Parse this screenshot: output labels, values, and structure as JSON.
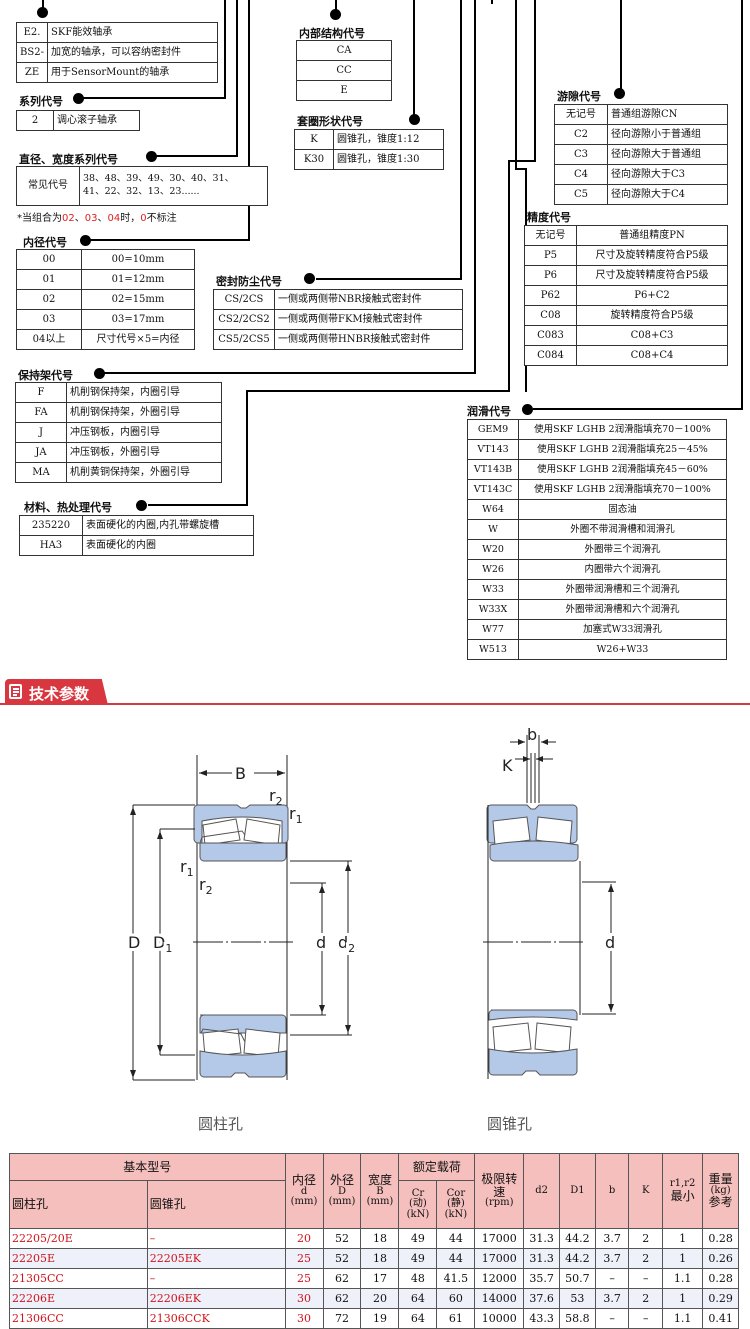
{
  "suffix_table": {
    "rows": [
      {
        "code": "E2.",
        "desc": "SKF能效轴承"
      },
      {
        "code": "BS2-",
        "desc": "加宽的轴承，可以容纳密封件"
      },
      {
        "code": "ZE",
        "desc": "用于SensorMount的轴承"
      }
    ]
  },
  "series": {
    "title": "系列代号",
    "rows": [
      {
        "code": "2",
        "desc": "调心滚子轴承"
      }
    ]
  },
  "dimension_series": {
    "title": "直径、宽度系列代号",
    "label": "常见代号",
    "line1": "38、48、39、49、30、40、31、",
    "line2": "41、22、32、13、23......",
    "note_prefix": "*当组合为",
    "note_a": "02",
    "note_sep1": "、",
    "note_b": "03",
    "note_sep2": "、",
    "note_c": "04",
    "note_mid": "时，",
    "note_d": "0",
    "note_suffix": "不标注"
  },
  "bore": {
    "title": "内径代号",
    "rows": [
      {
        "code": "00",
        "desc": "00=10mm"
      },
      {
        "code": "01",
        "desc": "01=12mm"
      },
      {
        "code": "02",
        "desc": "02=15mm"
      },
      {
        "code": "03",
        "desc": "03=17mm"
      },
      {
        "code": "04以上",
        "desc": "尺寸代号×5=内径"
      }
    ]
  },
  "cage": {
    "title": "保持架代号",
    "rows": [
      {
        "code": "F",
        "desc": "机削钢保持架，内圈引导"
      },
      {
        "code": "FA",
        "desc": "机削钢保持架，外圈引导"
      },
      {
        "code": "J",
        "desc": "冲压钢板，内圈引导"
      },
      {
        "code": "JA",
        "desc": "冲压钢板，外圈引导"
      },
      {
        "code": "MA",
        "desc": "机削黄铜保持架，外圈引导"
      }
    ]
  },
  "material": {
    "title": "材料、热处理代号",
    "rows": [
      {
        "code": "235220",
        "desc": "表面硬化的内圈,内孔带螺旋槽"
      },
      {
        "code": "HA3",
        "desc": "表面硬化的内圈"
      }
    ]
  },
  "internal": {
    "title": "内部结构代号",
    "rows": [
      "CA",
      "CC",
      "E"
    ]
  },
  "ring_shape": {
    "title": "套圈形状代号",
    "rows": [
      {
        "code": "K",
        "desc": "圆锥孔，锥度1:12"
      },
      {
        "code": "K30",
        "desc": "圆锥孔，锥度1:30"
      }
    ]
  },
  "seal": {
    "title": "密封防尘代号",
    "rows": [
      {
        "code": "CS/2CS",
        "desc": "一侧或两侧带NBR接触式密封件"
      },
      {
        "code": "CS2/2CS2",
        "desc": "一侧或两侧带FKM接触式密封件"
      },
      {
        "code": "CS5/2CS5",
        "desc": "一侧或两侧带HNBR接触式密封件"
      }
    ]
  },
  "clearance": {
    "title": "游隙代号",
    "rows": [
      {
        "code": "无记号",
        "desc": "普通组游隙CN"
      },
      {
        "code": "C2",
        "desc": "径向游隙小于普通组"
      },
      {
        "code": "C3",
        "desc": "径向游隙大于普通组"
      },
      {
        "code": "C4",
        "desc": "径向游隙大于C3"
      },
      {
        "code": "C5",
        "desc": "径向游隙大于C4"
      }
    ]
  },
  "precision": {
    "title": "精度代号",
    "rows": [
      {
        "code": "无记号",
        "desc": "普通组精度PN"
      },
      {
        "code": "P5",
        "desc": "尺寸及旋转精度符合P5级"
      },
      {
        "code": "P6",
        "desc": "尺寸及旋转精度符合P5级"
      },
      {
        "code": "P62",
        "desc": "P6+C2"
      },
      {
        "code": "C08",
        "desc": "旋转精度符合P5级"
      },
      {
        "code": "C083",
        "desc": "C08+C3"
      },
      {
        "code": "C084",
        "desc": "C08+C4"
      }
    ]
  },
  "lubrication": {
    "title": "润滑代号",
    "rows": [
      {
        "code": "GEM9",
        "desc": "使用SKF LGHB 2润滑脂填充70－100%"
      },
      {
        "code": "VT143",
        "desc": "使用SKF LGHB 2润滑脂填充25－45%"
      },
      {
        "code": "VT143B",
        "desc": "使用SKF LGHB 2润滑脂填充45－60%"
      },
      {
        "code": "VT143C",
        "desc": "使用SKF LGHB 2润滑脂填充70－100%"
      },
      {
        "code": "W64",
        "desc": "固态油"
      },
      {
        "code": "W",
        "desc": "外圈不带润滑槽和润滑孔"
      },
      {
        "code": "W20",
        "desc": "外圈带三个润滑孔"
      },
      {
        "code": "W26",
        "desc": "内圈带六个润滑孔"
      },
      {
        "code": "W33",
        "desc": "外圈带润滑槽和三个润滑孔"
      },
      {
        "code": "W33X",
        "desc": "外圈带润滑槽和六个润滑孔"
      },
      {
        "code": "W77",
        "desc": "加塞式W33润滑孔"
      },
      {
        "code": "W513",
        "desc": "W26+W33"
      }
    ]
  },
  "section": {
    "title": "技术参数",
    "accent": "#d9373f"
  },
  "drawing_left": {
    "caption": "圆柱孔",
    "labels": {
      "B": "B",
      "r2_top": "r",
      "r2_top_sub": "2",
      "r1_top": "r",
      "r1_top_sub": "1",
      "r1_bot": "r",
      "r1_bot_sub": "1",
      "r2_bot": "r",
      "r2_bot_sub": "2",
      "D": "D",
      "D1": "D",
      "D1_sub": "1",
      "d": "d",
      "d2": "d",
      "d2_sub": "2"
    }
  },
  "drawing_right": {
    "caption": "圆锥孔",
    "labels": {
      "b": "b",
      "K": "K",
      "d": "d"
    }
  },
  "spec_table": {
    "header": {
      "basic_model": "基本型号",
      "cyl": "圆柱孔",
      "taper": "圆锥孔",
      "bore_1": "内径",
      "bore_2": "d",
      "bore_3": "(mm)",
      "od_1": "外径",
      "od_2": "D",
      "od_3": "(mm)",
      "width_1": "宽度",
      "width_2": "B",
      "width_3": "(mm)",
      "rated_load": "额定载荷",
      "cr_1": "Cr",
      "cr_2": "(动)",
      "cr_3": "(kN)",
      "cor_1": "Cor",
      "cor_2": "(静)",
      "cor_3": "(kN)",
      "speed_1": "极限转",
      "speed_2": "速",
      "speed_3": "(rpm)",
      "d2": "d2",
      "D1": "D1",
      "b": "b",
      "K": "K",
      "r_1": "r1,r2",
      "r_2": "最小",
      "wt_1": "重量",
      "wt_2": "(kg)",
      "wt_3": "参考"
    },
    "rows": [
      {
        "cyl": "22205/20E",
        "taper": "–",
        "d": "20",
        "D": "52",
        "B": "18",
        "cr": "49",
        "cor": "44",
        "speed": "17000",
        "d2": "31.3",
        "D1": "44.2",
        "b": "3.7",
        "K": "2",
        "r": "1",
        "wt": "0.28"
      },
      {
        "cyl": "22205E",
        "taper": "22205EK",
        "d": "25",
        "D": "52",
        "B": "18",
        "cr": "49",
        "cor": "44",
        "speed": "17000",
        "d2": "31.3",
        "D1": "44.2",
        "b": "3.7",
        "K": "2",
        "r": "1",
        "wt": "0.26"
      },
      {
        "cyl": "21305CC",
        "taper": "–",
        "d": "25",
        "D": "62",
        "B": "17",
        "cr": "48",
        "cor": "41.5",
        "speed": "12000",
        "d2": "35.7",
        "D1": "50.7",
        "b": "–",
        "K": "–",
        "r": "1.1",
        "wt": "0.28"
      },
      {
        "cyl": "22206E",
        "taper": "22206EK",
        "d": "30",
        "D": "62",
        "B": "20",
        "cr": "64",
        "cor": "60",
        "speed": "14000",
        "d2": "37.6",
        "D1": "53",
        "b": "3.7",
        "K": "2",
        "r": "1",
        "wt": "0.29"
      },
      {
        "cyl": "21306CC",
        "taper": "21306CCK",
        "d": "30",
        "D": "72",
        "B": "19",
        "cr": "64",
        "cor": "61",
        "speed": "10000",
        "d2": "43.3",
        "D1": "58.8",
        "b": "–",
        "K": "–",
        "r": "1.1",
        "wt": "0.41"
      }
    ]
  },
  "colors": {
    "header_bg": "#f4bfbc",
    "model_red": "#d0141b",
    "alt_row": "#eef0fa"
  }
}
